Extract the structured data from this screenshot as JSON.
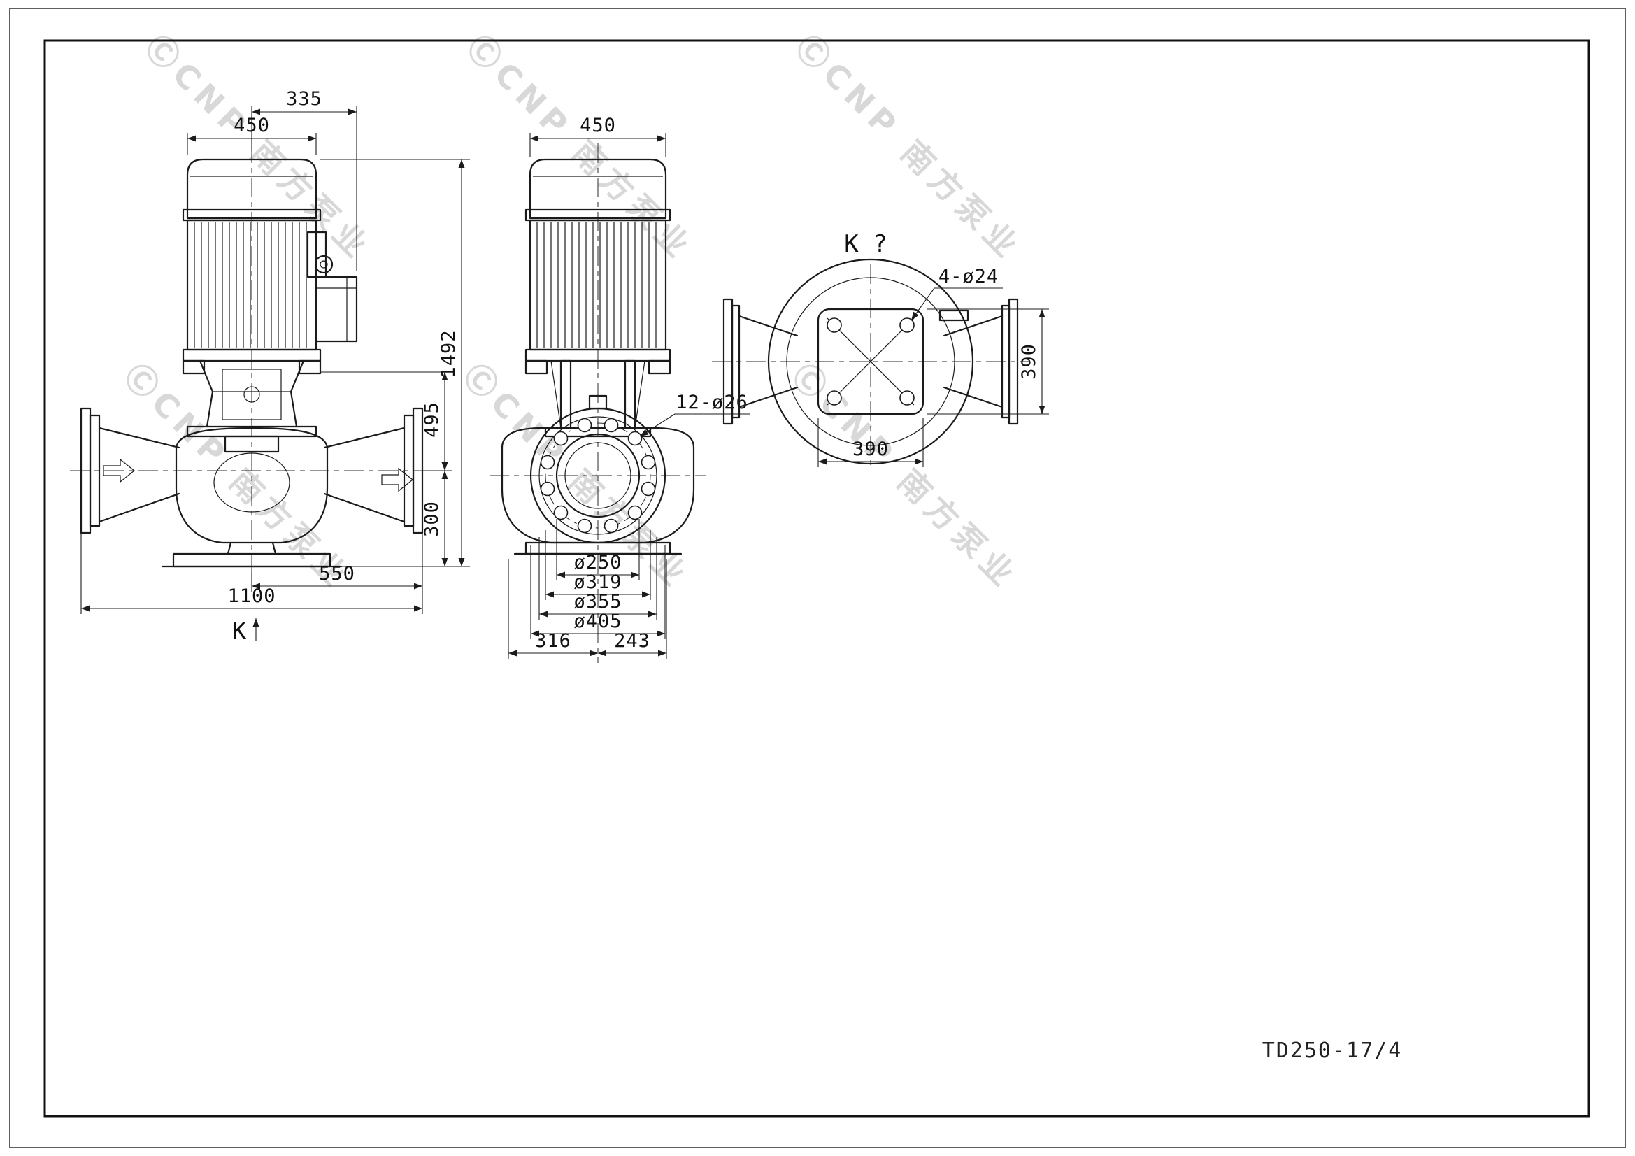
{
  "sheet": {
    "drawing_number": "TD250-17/4",
    "watermark_text": "ⒸCNP 南方泵业"
  },
  "side_view": {
    "view_arrow_label": "K",
    "dims": {
      "terminal_box_offset": "335",
      "motor_width": "450",
      "total_height": "1492",
      "flange_to_port_height": "495",
      "port_center_height": "300",
      "center_to_outlet": "550",
      "overall_width": "1100"
    }
  },
  "front_view": {
    "dims": {
      "motor_width": "450",
      "flange_bolt_holes": "12-ø26",
      "flange_bore_dia": "ø250",
      "bolt_circle_dia": "ø319",
      "raised_face_dia": "ø355",
      "flange_outer_dia": "ø405",
      "center_to_left": "316",
      "center_to_right": "243"
    }
  },
  "top_view": {
    "view_label": "K ?",
    "dims": {
      "flange_bolt_holes": "4-ø24",
      "flange_height": "390",
      "flange_width": "390"
    }
  }
}
